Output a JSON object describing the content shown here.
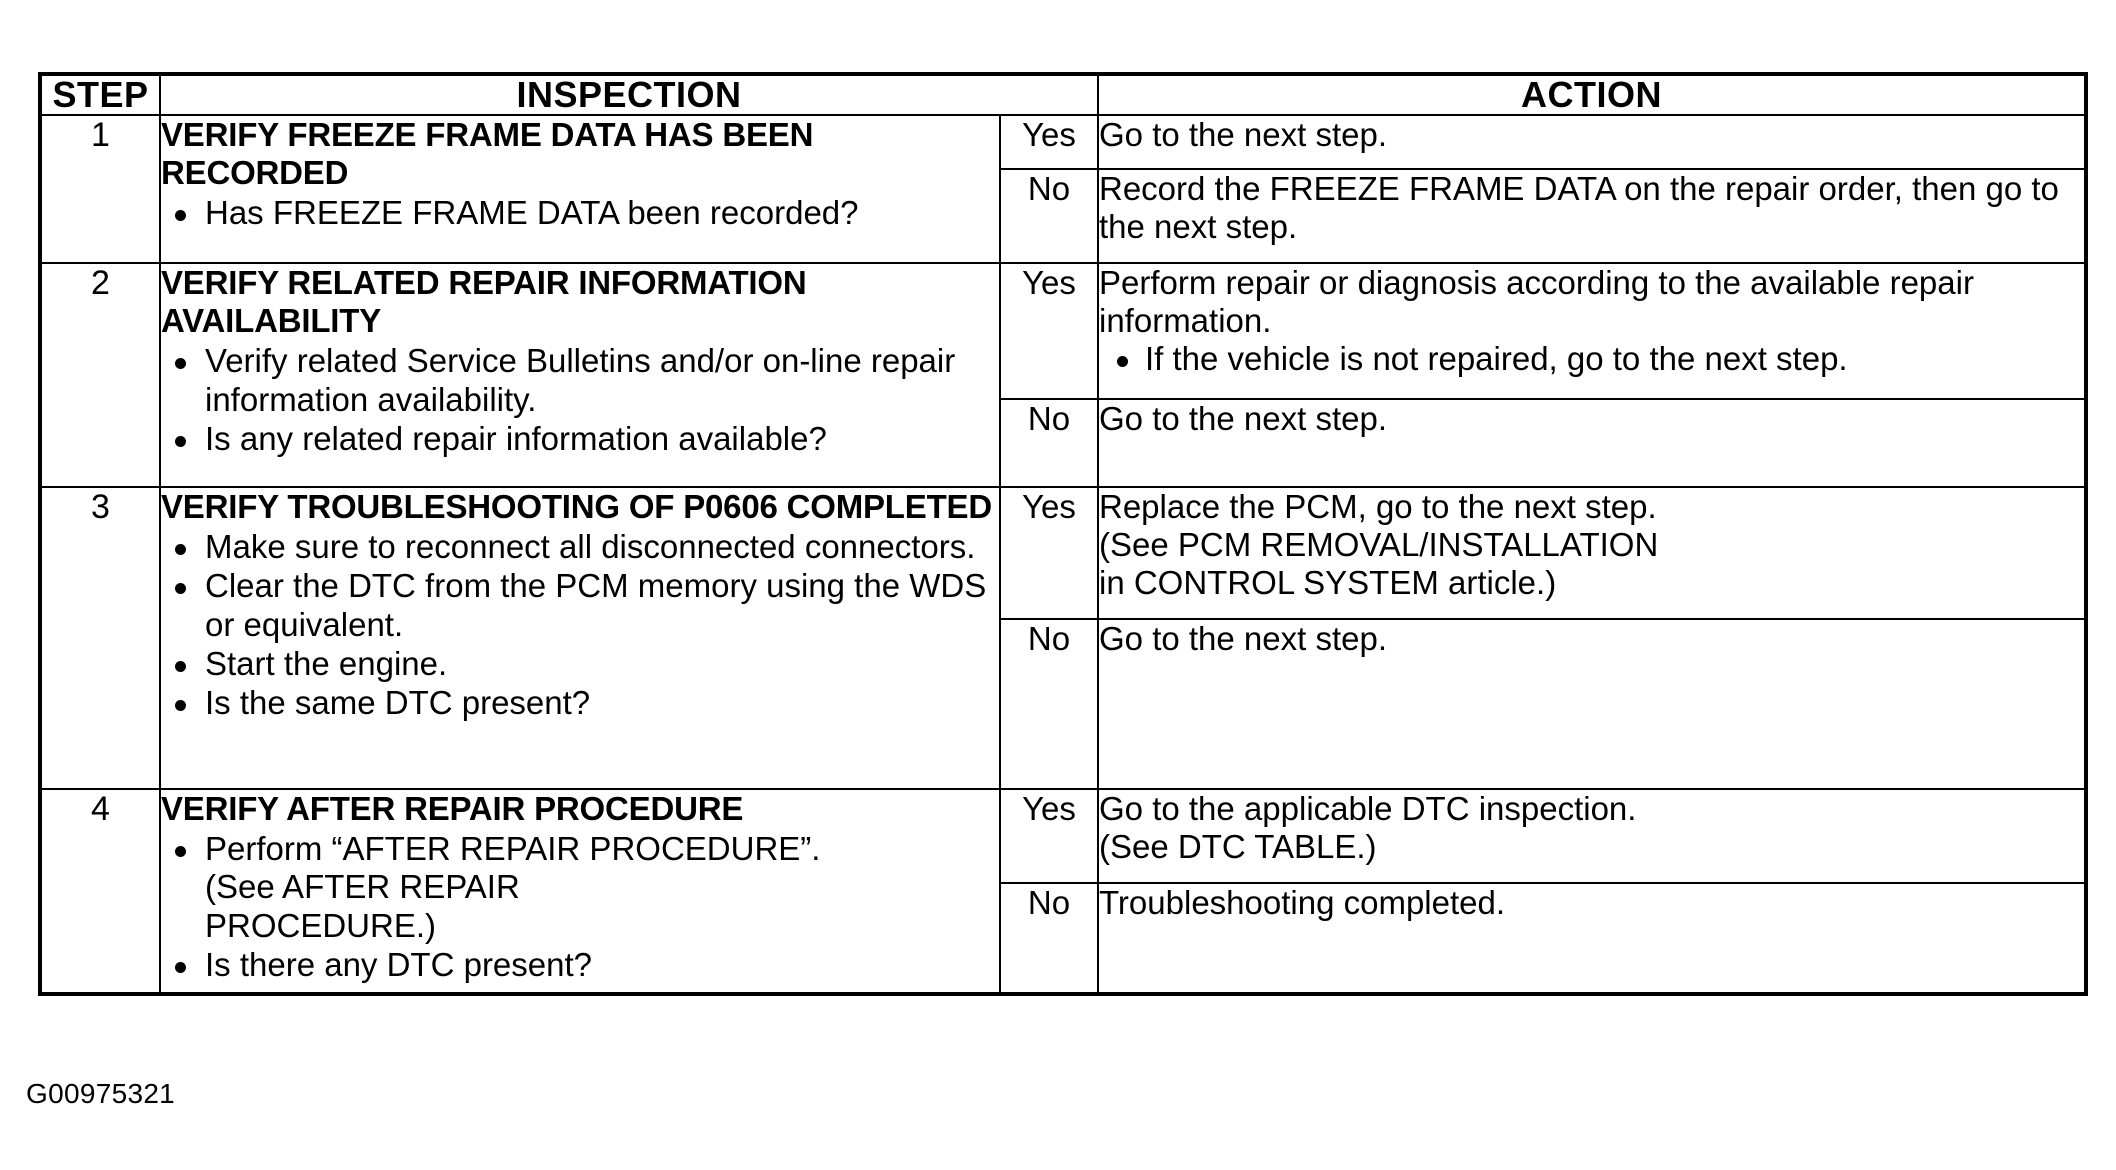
{
  "table": {
    "headers": {
      "step": "STEP",
      "inspection": "INSPECTION",
      "action": "ACTION"
    },
    "rows": [
      {
        "step": "1",
        "inspection": {
          "title": "VERIFY FREEZE FRAME DATA HAS BEEN RECORDED",
          "bullets": [
            {
              "text": "Has FREEZE FRAME DATA been recorded?",
              "sublines": []
            }
          ]
        },
        "branches": [
          {
            "label": "Yes",
            "lines": [
              "Go to the next step."
            ],
            "bullets": []
          },
          {
            "label": "No",
            "lines": [
              "Record the FREEZE FRAME DATA on the repair order, then go to the next step."
            ],
            "bullets": []
          }
        ]
      },
      {
        "step": "2",
        "inspection": {
          "title": "VERIFY RELATED REPAIR INFORMATION AVAILABILITY",
          "bullets": [
            {
              "text": "Verify related Service Bulletins and/or on-line repair information availability.",
              "sublines": []
            },
            {
              "text": "Is any related repair information available?",
              "sublines": []
            }
          ]
        },
        "branches": [
          {
            "label": "Yes",
            "lines": [
              "Perform repair or diagnosis according to the available repair information."
            ],
            "bullets": [
              "If the vehicle is not repaired, go to the next step."
            ]
          },
          {
            "label": "No",
            "lines": [
              "Go to the next step."
            ],
            "bullets": []
          }
        ]
      },
      {
        "step": "3",
        "inspection": {
          "title": "VERIFY TROUBLESHOOTING OF P0606 COMPLETED",
          "bullets": [
            {
              "text": "Make sure to reconnect all disconnected connectors.",
              "sublines": []
            },
            {
              "text": "Clear the DTC from the PCM memory using the WDS or equivalent.",
              "sublines": []
            },
            {
              "text": "Start the engine.",
              "sublines": []
            },
            {
              "text": "Is the same DTC present?",
              "sublines": []
            }
          ]
        },
        "branches": [
          {
            "label": "Yes",
            "lines": [
              "Replace the PCM, go to the next step.",
              "(See PCM REMOVAL/INSTALLATION",
              "in CONTROL SYSTEM article.)"
            ],
            "bullets": []
          },
          {
            "label": "No",
            "lines": [
              "Go to the next step."
            ],
            "bullets": []
          }
        ]
      },
      {
        "step": "4",
        "inspection": {
          "title": "VERIFY AFTER REPAIR PROCEDURE",
          "bullets": [
            {
              "text": "Perform “AFTER REPAIR PROCEDURE”.",
              "sublines": [
                "(See AFTER REPAIR",
                "PROCEDURE.)"
              ]
            },
            {
              "text": "Is there any DTC present?",
              "sublines": []
            }
          ]
        },
        "branches": [
          {
            "label": "Yes",
            "lines": [
              "Go to the applicable DTC inspection.",
              "(See DTC TABLE.)"
            ],
            "bullets": []
          },
          {
            "label": "No",
            "lines": [
              "Troubleshooting completed."
            ],
            "bullets": []
          }
        ]
      }
    ]
  },
  "figure_code": "G00975321"
}
